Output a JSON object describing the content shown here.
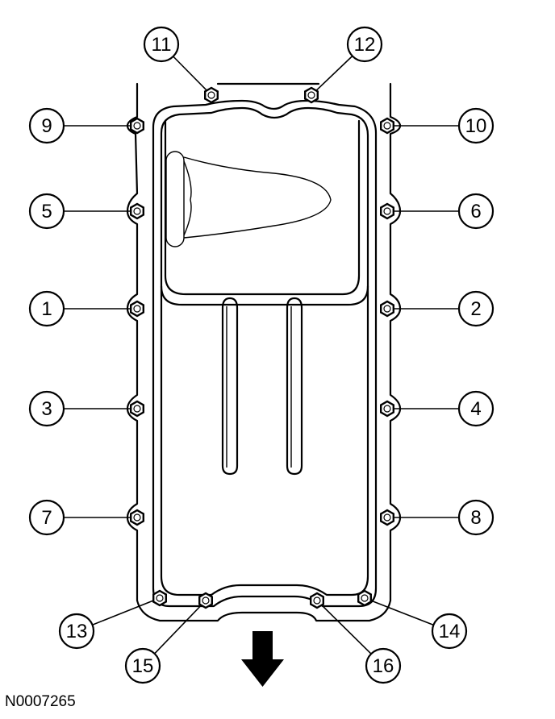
{
  "figure_id": "N0007265",
  "bolt_callouts": [
    "1",
    "2",
    "3",
    "4",
    "5",
    "6",
    "7",
    "8",
    "9",
    "10",
    "11",
    "12",
    "13",
    "14",
    "15",
    "16"
  ],
  "front_arrow_icon": "down-arrow-icon"
}
